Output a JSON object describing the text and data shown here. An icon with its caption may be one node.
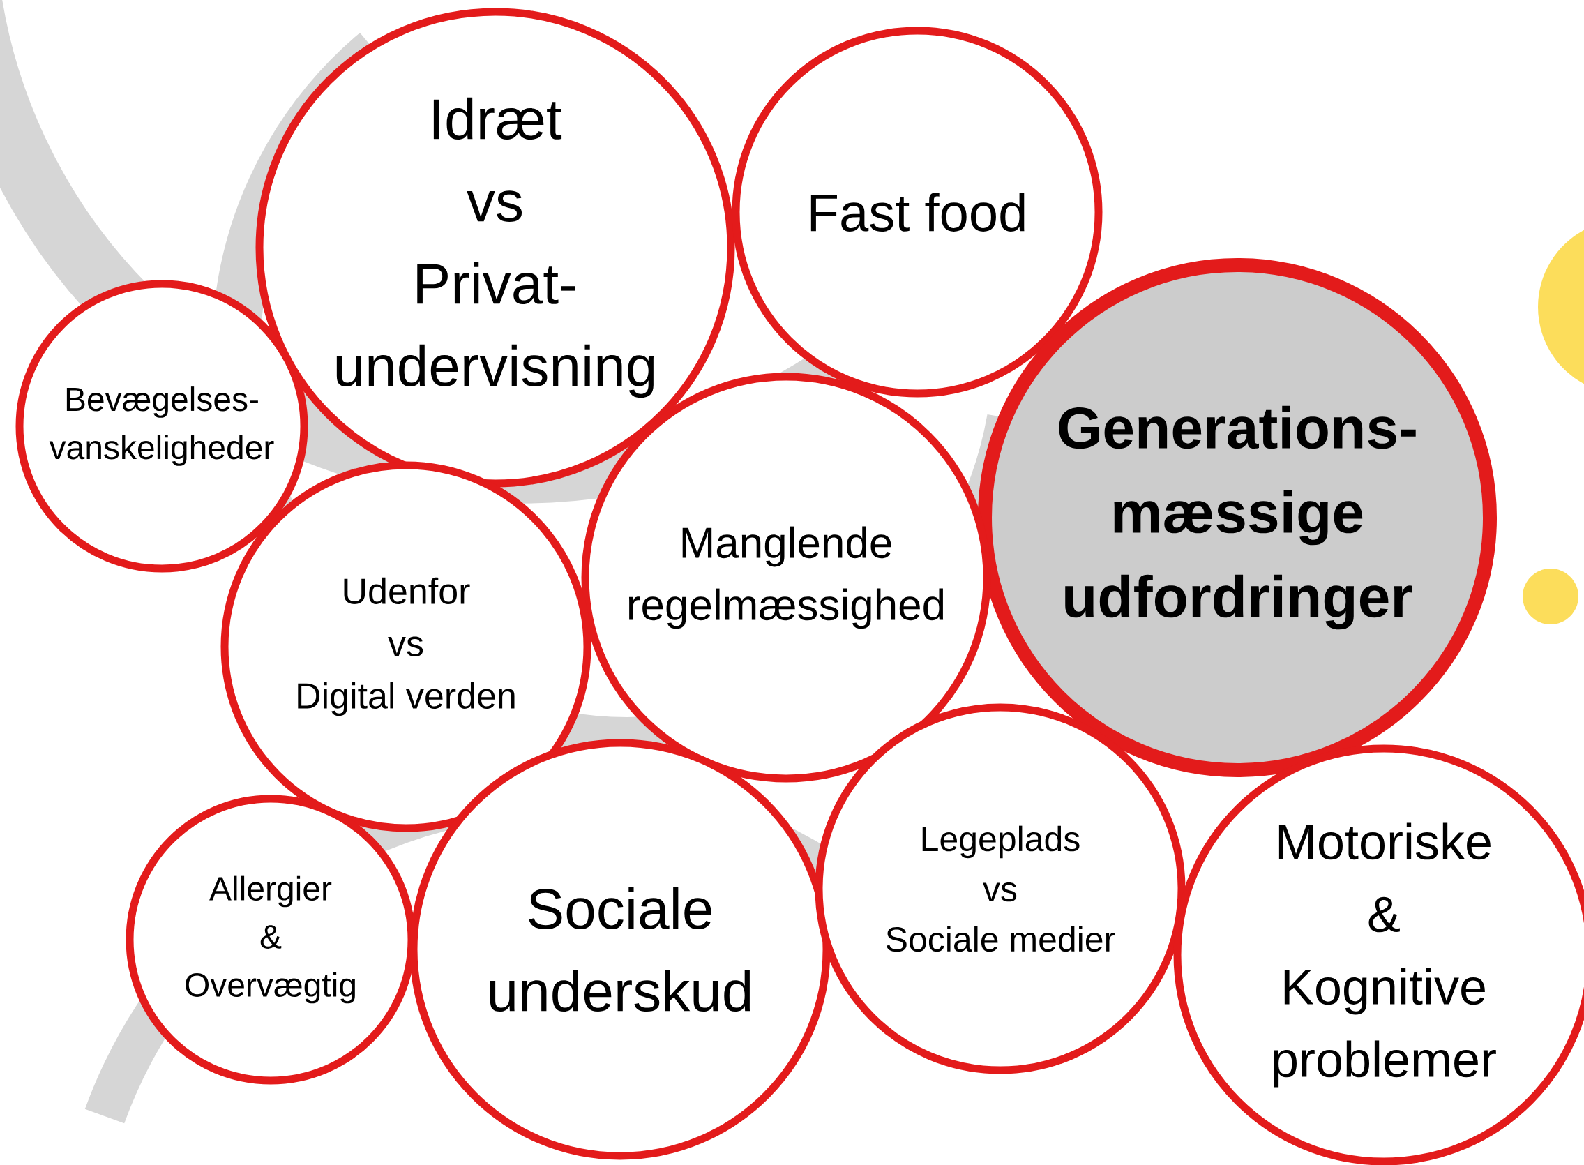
{
  "diagram": {
    "nodes": [
      {
        "text": [
          "Idræt",
          "vs",
          "Privat-undervisning"
        ]
      },
      {
        "text": [
          "Fast food"
        ]
      },
      {
        "text": [
          "Bevægelses-vanskeligheder"
        ]
      },
      {
        "text": [
          "Generations-mæssige udfordringer"
        ]
      },
      {
        "text": [
          "Manglende regelmæssighed"
        ]
      },
      {
        "text": [
          "Udenfor",
          "vs",
          "Digital verden"
        ]
      },
      {
        "text": [
          "Allergier",
          "&",
          "Overvægtig"
        ]
      },
      {
        "text": [
          "Sociale underskud"
        ]
      },
      {
        "text": [
          "Legeplads",
          "vs",
          "Sociale medier"
        ]
      },
      {
        "text": [
          "Motoriske",
          "&",
          "Kognitive problemer"
        ]
      }
    ]
  }
}
